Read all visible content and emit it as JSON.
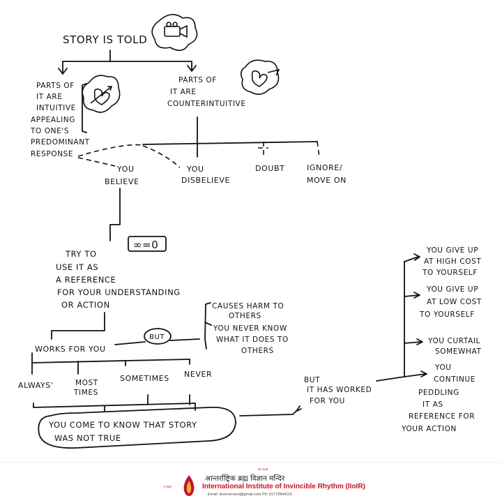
{
  "nodes": {
    "story_is_told": "STORY IS TOLD",
    "intuitive": [
      "PARTS OF",
      "IT ARE",
      "INTUITIVE",
      "APPEALING",
      "TO ONE'S",
      "PREDOMINANT",
      "RESPONSE"
    ],
    "counterintuitive": [
      "PARTS OF",
      "IT ARE",
      "COUNTERINTUITIVE"
    ],
    "you_believe": [
      "YOU",
      "BELIEVE"
    ],
    "you_disbelieve": [
      "YOU",
      "DISBELIEVE"
    ],
    "doubt": "DOUBT",
    "ignore": [
      "IGNORE/",
      "MOVE ON"
    ],
    "try_to_use": [
      "TRY TO",
      "USE IT AS",
      "A REFERENCE",
      "FOR YOUR UNDERSTANDING",
      "OR ACTION"
    ],
    "infinity_badge": "∞=0",
    "works_for_you": "WORKS FOR YOU",
    "but_badge": "BUT",
    "causes_harm": [
      "CAUSES HARM TO",
      "OTHERS"
    ],
    "never_know": [
      "YOU NEVER KNOW",
      "WHAT IT DOES TO",
      "OTHERS"
    ],
    "always": "ALWAYS'",
    "most_times": [
      "MOST",
      "TIMES"
    ],
    "sometimes": "SOMETIMES",
    "never": "NEVER",
    "come_to_know": [
      "YOU COME TO KNOW THAT STORY",
      "WAS NOT TRUE"
    ],
    "but_it_worked": [
      "BUT",
      "IT HAS WORKED",
      "FOR YOU"
    ],
    "give_up_high": [
      "YOU GIVE UP",
      "AT HIGH COST",
      "TO YOURSELF"
    ],
    "give_up_low": [
      "YOU GIVE UP",
      "AT LOW COST",
      "TO YOURSELF"
    ],
    "curtail": [
      "YOU CURTAIL",
      "SOMEWHAT"
    ],
    "continue": [
      "YOU",
      "CONTINUE",
      "PEDDLING",
      "IT AS",
      "REFERENCE FOR",
      "YOUR ACTION"
    ]
  },
  "footer": {
    "hindi_title": "आन्तर्राष्ट्रिक ब्रह्म विज्ञान मन्दिर",
    "english_title": "International Institute of Invincible Rhythm (IIoIR)",
    "contact": "Email: iiioirconnect@gmail.com  Ph: 01772844115",
    "top_small": "20 Sud",
    "left_small": "1 Sud"
  },
  "colors": {
    "ink": "#111111",
    "brand_red": "#c8102e",
    "background": "#ffffff"
  },
  "icons": [
    "camera-icon",
    "heart-arrow-icon",
    "broken-heart-icon",
    "institute-logo-icon"
  ]
}
